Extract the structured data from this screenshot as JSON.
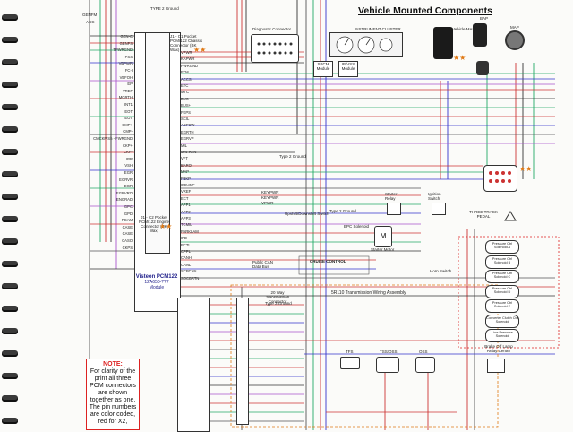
{
  "title": "Vehicle Mounted Components",
  "diagnostic_connector": "Diagnostic Connector",
  "instrument_cluster": "INSTRUMENT CLUSTER",
  "spcm_module": "SPCM Module",
  "jb_vsb_module": "IB/VSS Module",
  "j1_top_label": "J1 - C1 Pocket PCM/122 Chassis Connector (BK Wax)",
  "j1_mid_label": "J1 - C2 Pocket PCM/122 Engine Connector (BK Wax)",
  "pcm_name": "Visteon PCM122",
  "pcm_model": "12A650-???",
  "pcm_module": "Module",
  "note_title": "NOTE:",
  "note_body": "For clarity of the print all three PCM connectors are shown together as one. The pin numbers are color coded, red for X2,",
  "cruise_control": "CRUISE CONTROL",
  "transmission_assembly": "5R110 Transmission Wiring Assembly",
  "transmission_connector": "20 Way Transmission Connector",
  "pressure_solenoids": [
    "Pressure Ctrl Solenoid A",
    "Pressure Ctrl Solenoid B",
    "Pressure Ctrl Solenoid C",
    "Pressure Ctrl Solenoid D",
    "Pressure Ctrl Solenoid E",
    "Converter Clutch Ctrl Solenoid",
    "Line Pressure Solenoid"
  ],
  "sensor_labels": [
    "TFS",
    "TSS/OSS",
    "OSS"
  ],
  "brake_switch": "Brake Off Lamp Relay Center",
  "three_track_pedal": "THREE TRACK PEDAL",
  "starter_relay": "Starter Relay",
  "ignition_switch": "Ignition Switch",
  "starter_motor": "Starter Motor",
  "top_labels": [
    "GENFM",
    "ACC",
    "TYPE 2 Ground"
  ],
  "sensors_top": [
    "Vehicle MAF",
    "BAP",
    "MAP"
  ],
  "left_pins": [
    "GEN-C",
    "GENFS",
    "TPWRGND",
    "PSS",
    "VBPWR",
    "FC-I",
    "VBFOH",
    "EP",
    "VREF",
    "MGRTH",
    "INT1",
    "EOT",
    "EOT",
    "CMP+",
    "CMP-",
    "CMCKP Sh - FWRGND",
    "CKP+",
    "CKP-",
    "IPR",
    "IVSH",
    "EGR",
    "EGRVR",
    "EGR",
    "EGRVRO",
    "ENGRAD",
    "GPC",
    "GPD",
    "PCAM",
    "CASE",
    "CASE",
    "CASO",
    "CKPS"
  ],
  "right_pins": [
    "VPWR",
    "KAPWR",
    "PWRGND",
    "FTM",
    "ACCS",
    "ETC",
    "MTC",
    "BUS-",
    "BUS+",
    "FEPS",
    "SCIL",
    "ACPSW",
    "EGRTH",
    "EGRVP",
    "MIL",
    "MAFRTN",
    "VFT",
    "BARO",
    "MAP",
    "FBKP",
    "IPR-INC",
    "VREF",
    "ECT",
    "APP1",
    "APP2",
    "APP3",
    "TCMIL",
    "PARKLAM",
    "IPD",
    "PCTL",
    "CPPL",
    "CANH",
    "CANL",
    "SCPCAN",
    "SOCBRTN"
  ],
  "legend_items": [
    "Upshift/Downshift Switch",
    "Type 2 Ground",
    "Public CAN Data Bus",
    "EPC Solenoid",
    "Horn Switch"
  ],
  "data_links": [
    "KEYPWR",
    "KEYPWR",
    "VPWR"
  ],
  "ground_labels": [
    "Type 2 Ground",
    "Type 3 Ground"
  ],
  "stars": [
    "★★",
    "★★",
    "★★",
    "★★"
  ]
}
